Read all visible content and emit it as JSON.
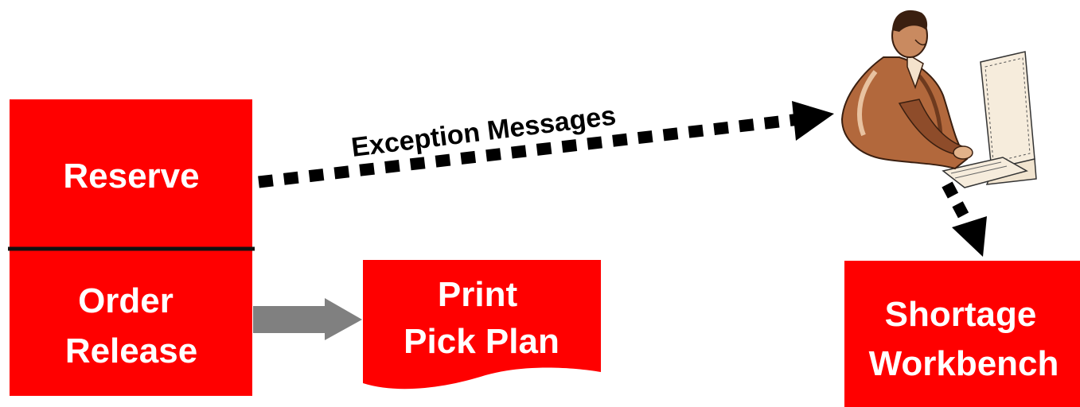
{
  "colors": {
    "box_fill": "#ff0000",
    "box_text": "#ffffff",
    "divider": "#111111",
    "dotted_arrow": "#000000",
    "solid_arrow": "#808080",
    "label_text": "#000000"
  },
  "nodes": {
    "reserve": {
      "label": "Reserve"
    },
    "order_release": {
      "label_line1": "Order",
      "label_line2": "Release"
    },
    "print_pick_plan": {
      "label_line1": "Print",
      "label_line2": "Pick Plan"
    },
    "shortage_workbench": {
      "label_line1": "Shortage",
      "label_line2": "Workbench"
    }
  },
  "edges": {
    "exception_messages": {
      "label": "Exception Messages",
      "style": "dotted"
    },
    "release_to_print": {
      "style": "solid-gray"
    },
    "user_to_workbench": {
      "style": "dotted"
    }
  },
  "icons": {
    "user": "person-at-computer-icon"
  }
}
